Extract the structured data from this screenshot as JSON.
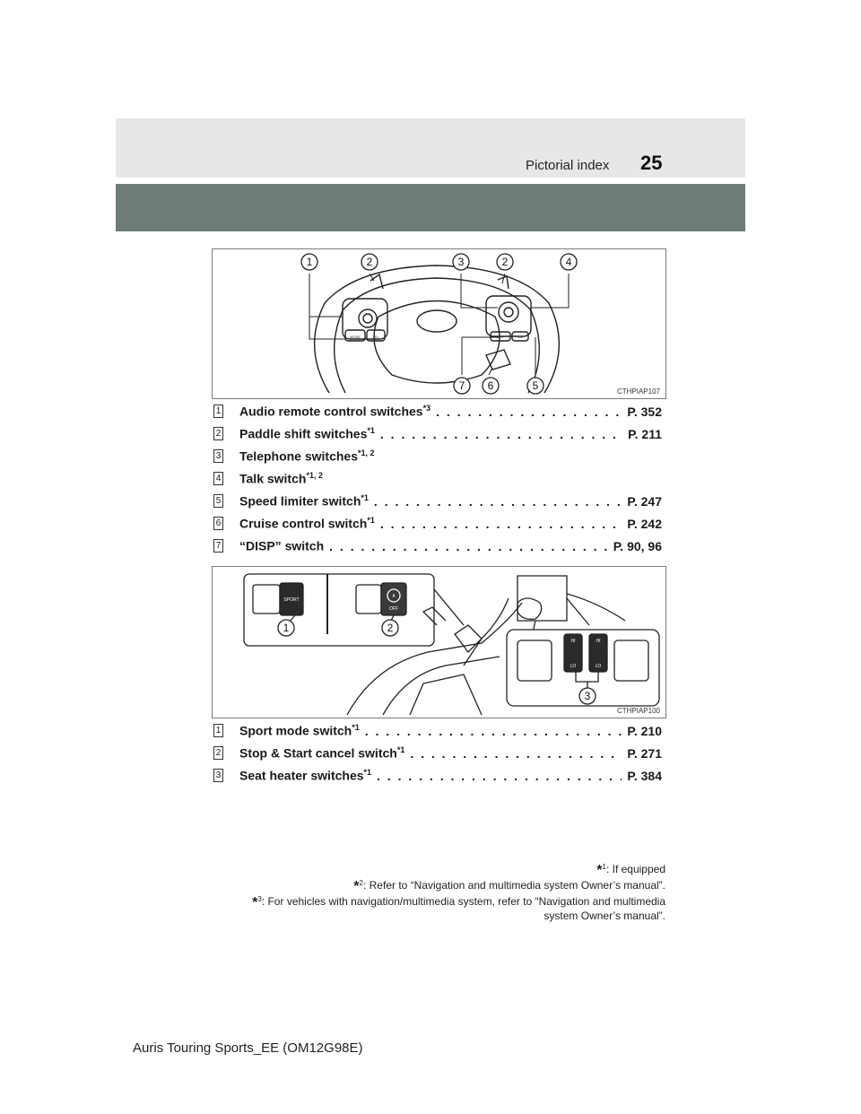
{
  "header": {
    "section_title": "Pictorial index",
    "page_number": "25"
  },
  "figure1": {
    "code": "CTHPIAP107",
    "callouts": [
      "1",
      "2",
      "3",
      "2",
      "4",
      "7",
      "6",
      "5"
    ],
    "switch_labels": {
      "mode": "MODE",
      "tel": "TEL",
      "disp": "DISP",
      "lim": "LIM"
    }
  },
  "list1": [
    {
      "num": "1",
      "name": "Audio remote control switches",
      "sup": "*3",
      "leader": ". . . . . . . . . . . . . . . . . . . . . . .",
      "ref": "P. 352"
    },
    {
      "num": "2",
      "name": "Paddle shift switches",
      "sup": "*1",
      "leader": ". . . . . . . . . . . . . . . . . . . . . . . . . . . . . . .",
      "ref": "P. 211"
    },
    {
      "num": "3",
      "name": "Telephone switches",
      "sup": "*1, 2",
      "leader": "",
      "ref": ""
    },
    {
      "num": "4",
      "name": "Talk switch",
      "sup": "*1, 2",
      "leader": "",
      "ref": ""
    },
    {
      "num": "5",
      "name": "Speed limiter switch",
      "sup": "*1",
      "leader": ". . . . . . . . . . . . . . . . . . . . . . . . . . . . . . .",
      "ref": "P. 247"
    },
    {
      "num": "6",
      "name": "Cruise control switch",
      "sup": "*1",
      "leader": ". . . . . . . . . . . . . . . . . . . . . . . . . . . . . .",
      "ref": "P. 242"
    },
    {
      "num": "7",
      "name": "“DISP” switch",
      "sup": "",
      "leader": ". . . . . . . . . . . . . . . . . . . . . . . . . . . . . . . . . . . . .",
      "ref": "P. 90, 96"
    }
  ],
  "figure2": {
    "code": "CTHPIAP100",
    "callouts": [
      "1",
      "2",
      "3"
    ],
    "switch_labels": {
      "sport": "SPORT",
      "off": "OFF",
      "a": "A",
      "hi": "HI",
      "lo": "LO"
    }
  },
  "list2": [
    {
      "num": "1",
      "name": "Sport mode switch",
      "sup": "*1",
      "leader": ". . . . . . . . . . . . . . . . . . . . . . . . . . . . . . . . .",
      "ref": "P. 210"
    },
    {
      "num": "2",
      "name": "Stop & Start cancel switch",
      "sup": "*1",
      "leader": ". . . . . . . . . . . . . . . . . . . . . . . . . .",
      "ref": "P. 271"
    },
    {
      "num": "3",
      "name": "Seat heater switches",
      "sup": "*1",
      "leader": ". . . . . . . . . . . . . . . . . . . . . . . . . . . . . . .",
      "ref": "P. 384"
    }
  ],
  "footnotes": [
    {
      "star": "*",
      "num": "1",
      "text": ": If equipped"
    },
    {
      "star": "*",
      "num": "2",
      "text": ": Refer to “Navigation and multimedia system Owner’s manual”."
    },
    {
      "star": "*",
      "num": "3",
      "text": ": For vehicles with navigation/multimedia system, refer to “Navigation and multimedia"
    }
  ],
  "footnote_continuation": "system Owner’s manual”.",
  "footer": {
    "manual": "Auris Touring Sports_EE (OM12G98E)"
  }
}
